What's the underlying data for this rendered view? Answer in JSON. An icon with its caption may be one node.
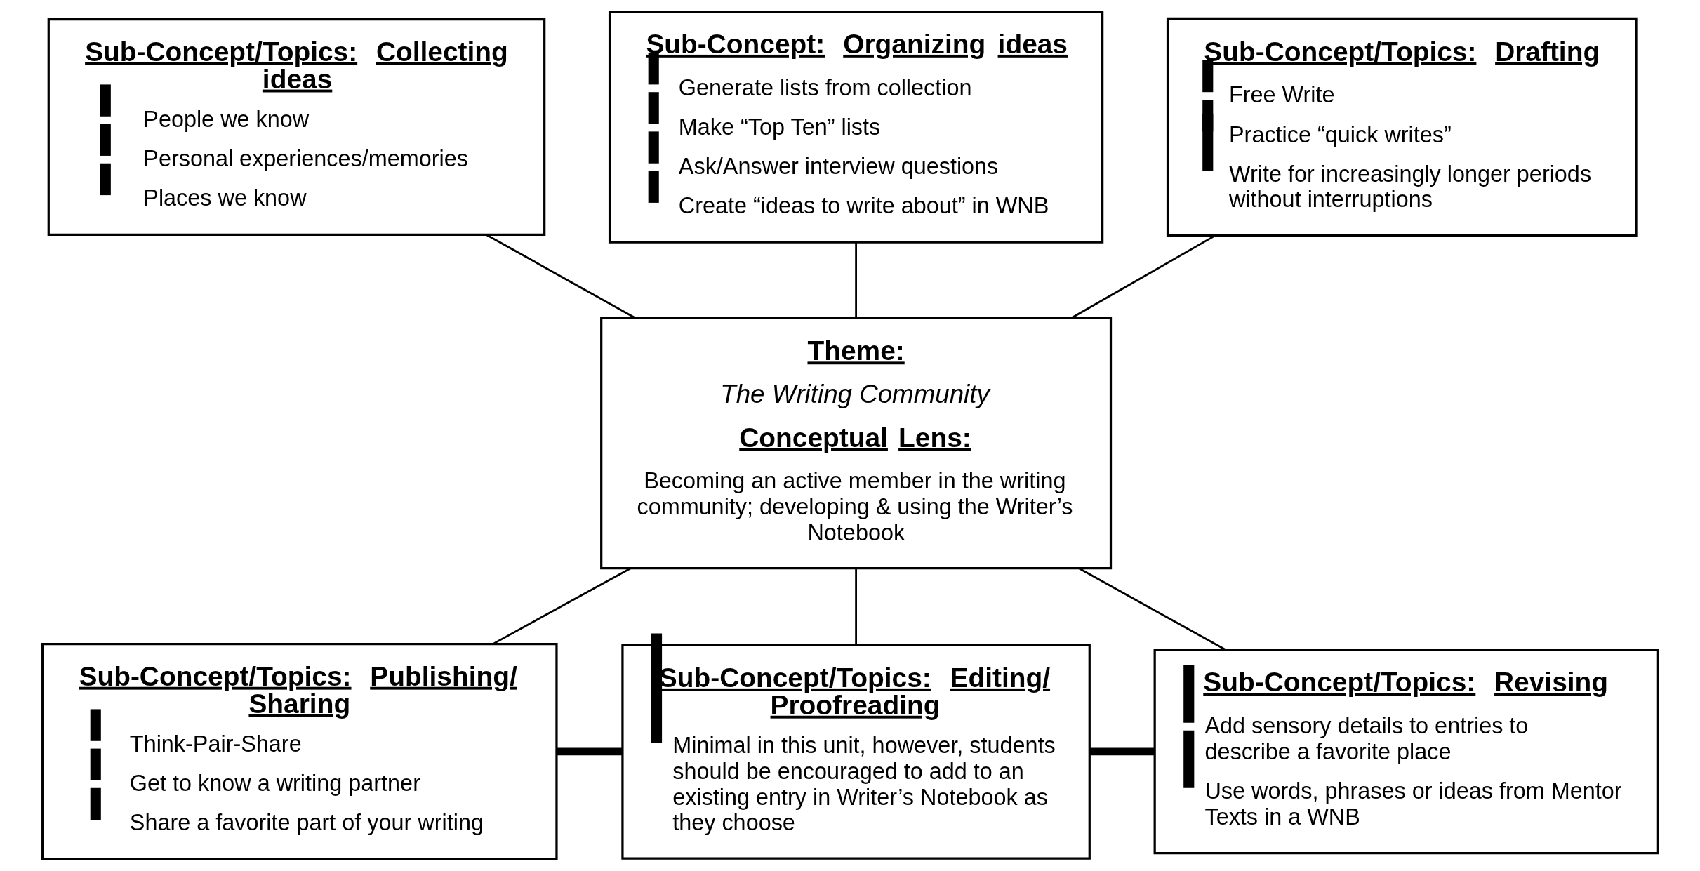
{
  "diagram": {
    "nodes": [
      {
        "text": [
          "Theme:",
          "The Writing Community",
          "Conceptual Lens:",
          "Becoming an active member in the writing community; developing & using the Writer’s Notebook"
        ]
      },
      {
        "text": [
          "Sub-Concept/Topics:  Collecting ideas",
          "People we know",
          "Personal experiences/memories",
          "Places we know"
        ]
      },
      {
        "text": [
          "Sub-Concept:  Organizing ideas",
          "Generate lists from collection",
          "Make “Top Ten” lists",
          "Ask/Answer interview questions",
          "Create “ideas to write about” in WNB"
        ]
      },
      {
        "text": [
          "Sub-Concept/Topics:  Drafting",
          "Free Write",
          "Practice “quick writes”",
          "Write for increasingly longer periods without interruptions"
        ]
      },
      {
        "text": [
          "Sub-Concept/Topics:  Publishing/ Sharing",
          "Think-Pair-Share",
          "Get to know a writing partner",
          "Share a favorite part of your writing"
        ]
      },
      {
        "text": [
          "Sub-Concept/Topics:  Editing/ Proofreading",
          "Minimal in this unit, however, students should be encouraged to add to an existing entry in Writer’s Notebook as they choose"
        ]
      },
      {
        "text": [
          "Sub-Concept/Topics:  Revising",
          "Add sensory details to entries to describe a favorite place",
          "Use words, phrases or ideas from Mentor Texts in a WNB"
        ]
      }
    ],
    "edges": [
      {
        "from": 0,
        "to": 1,
        "arrow": "none"
      },
      {
        "from": 0,
        "to": 2,
        "arrow": "none"
      },
      {
        "from": 0,
        "to": 3,
        "arrow": "none"
      },
      {
        "from": 0,
        "to": 4,
        "arrow": "none"
      },
      {
        "from": 0,
        "to": 5,
        "arrow": "none"
      },
      {
        "from": 0,
        "to": 6,
        "arrow": "none"
      },
      {
        "from": 4,
        "to": 5,
        "arrow": "none",
        "style": "thick"
      },
      {
        "from": 5,
        "to": 6,
        "arrow": "none",
        "style": "thick"
      }
    ]
  }
}
